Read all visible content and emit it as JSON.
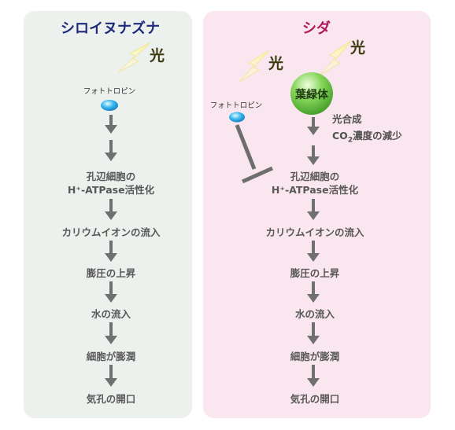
{
  "left": {
    "title": "シロイヌナズナ",
    "light": "光",
    "photoreceptor": "フォトトロピン",
    "steps": [
      "孔辺細胞の",
      "H⁺-ATPase活性化",
      "カリウムイオンの流入",
      "膨圧の上昇",
      "水の流入",
      "細胞が膨潤",
      "気孔の開口"
    ]
  },
  "right": {
    "title": "シダ",
    "light1": "光",
    "light2": "光",
    "photoreceptor": "フォトトロピン",
    "chloroplast": "葉緑体",
    "photosynthesis": "光合成",
    "co2_prefix": "CO",
    "co2_sub": "2",
    "co2_suffix": "濃度の減少",
    "steps": [
      "孔辺細胞の",
      "H⁺-ATPase活性化",
      "カリウムイオンの流入",
      "膨圧の上昇",
      "水の流入",
      "細胞が膨潤",
      "気孔の開口"
    ]
  },
  "colors": {
    "left_panel": "#edf1ee",
    "right_panel": "#fae6ee",
    "left_title": "#1f2a7c",
    "right_title": "#b0155a",
    "arrow": "#707070"
  }
}
